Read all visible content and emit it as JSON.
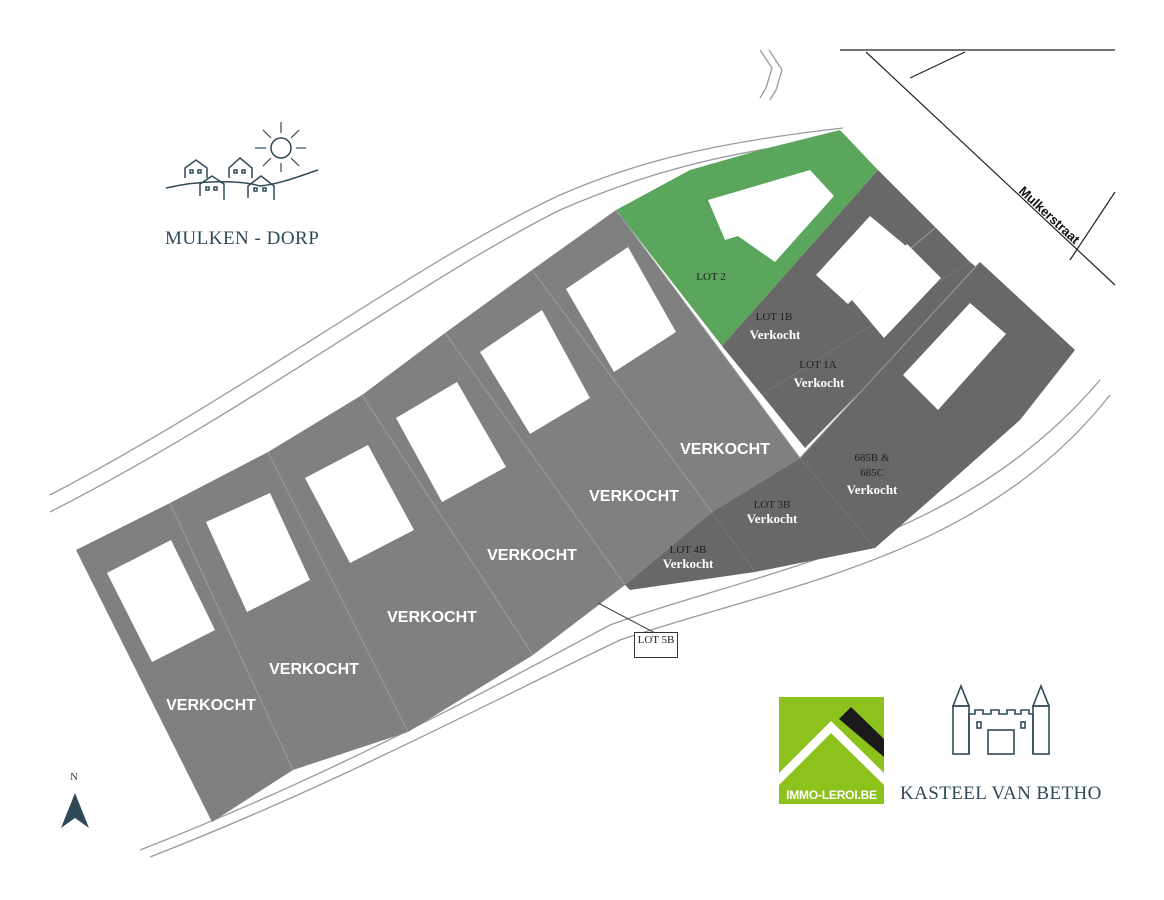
{
  "brand": {
    "name": "MULKEN - DORP",
    "icon": "village-sun-icon"
  },
  "street": {
    "name": "Mulkerstraat"
  },
  "lots": [
    {
      "id": "lot-2",
      "label": "LOT 2",
      "status": "",
      "color": "#5aa65d"
    },
    {
      "id": "lot-1b",
      "label": "LOT 1B",
      "status": "Verkocht"
    },
    {
      "id": "lot-1a",
      "label": "LOT 1A",
      "status": "Verkocht"
    },
    {
      "id": "lot-685",
      "label_line1": "685B &",
      "label_line2": "685C",
      "status": "Verkocht"
    },
    {
      "id": "lot-3b",
      "label": "LOT 3B",
      "status": "Verkocht"
    },
    {
      "id": "lot-4b",
      "label": "LOT 4B",
      "status": "Verkocht"
    },
    {
      "id": "lot-5b",
      "label": "LOT 5B"
    }
  ],
  "sold_labels": [
    "VERKOCHT",
    "VERKOCHT",
    "VERKOCHT",
    "VERKOCHT",
    "VERKOCHT",
    "VERKOCHT"
  ],
  "colors": {
    "sold_light": "#808080",
    "sold_dark": "#686868",
    "available": "#5aa65d",
    "road_line": "#9a9a9a",
    "brand_text": "#2f4a57",
    "immo_green": "#8cc21b"
  },
  "north": {
    "label": "N",
    "icon": "north-arrow-icon"
  },
  "logos": {
    "immo": {
      "text": "IMMO-LEROI.BE",
      "icon": "house-roof-logo-icon"
    },
    "kasteel": {
      "name": "KASTEEL VAN BETHO",
      "icon": "castle-icon"
    }
  }
}
